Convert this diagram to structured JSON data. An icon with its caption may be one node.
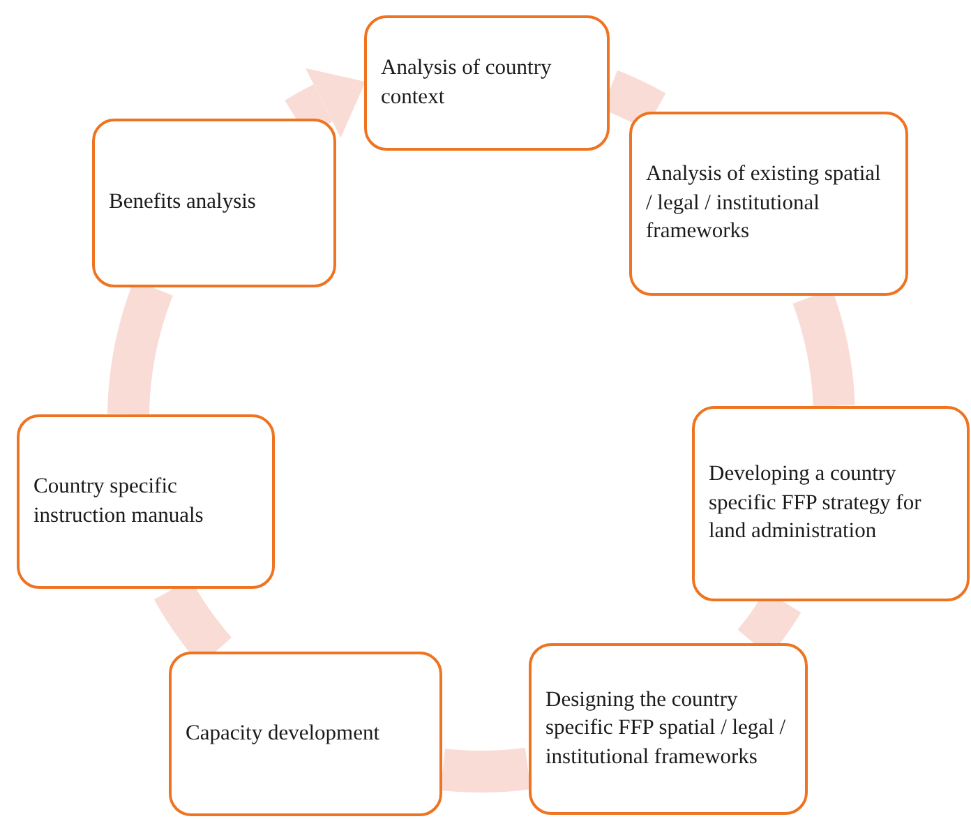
{
  "diagram": {
    "nodes": [
      {
        "text": [
          "Analysis of country context"
        ]
      },
      {
        "text": [
          "Analysis of existing spatial / legal / institutional frameworks"
        ]
      },
      {
        "text": [
          "Developing a country specific FFP strategy for land administration"
        ]
      },
      {
        "text": [
          "Designing the country specific FFP spatial / legal / institutional frameworks"
        ]
      },
      {
        "text": [
          "Capacity development"
        ]
      },
      {
        "text": [
          "Country specific instruction manuals"
        ]
      },
      {
        "text": [
          "Benefits analysis"
        ]
      }
    ],
    "edges": [
      {
        "from": 0,
        "to": 1,
        "arrow": "none"
      },
      {
        "from": 1,
        "to": 2,
        "arrow": "none"
      },
      {
        "from": 2,
        "to": 3,
        "arrow": "none"
      },
      {
        "from": 3,
        "to": 4,
        "arrow": "none"
      },
      {
        "from": 4,
        "to": 5,
        "arrow": "none"
      },
      {
        "from": 5,
        "to": 6,
        "arrow": "none"
      },
      {
        "from": 6,
        "to": 0,
        "arrow": "to"
      }
    ]
  }
}
